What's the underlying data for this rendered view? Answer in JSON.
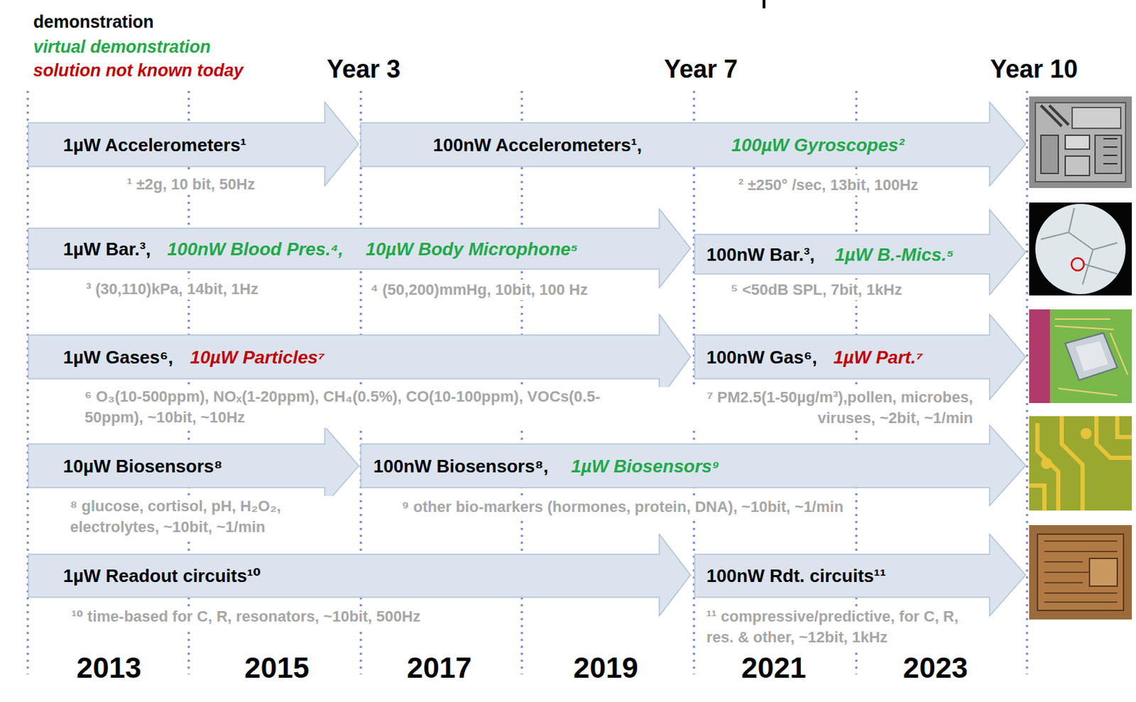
{
  "diagram": {
    "nodes": [
      {
        "text": [
          "1µW Accelerometers¹"
        ]
      },
      {
        "text": [
          "100nW Accelerometers¹,",
          "100µW Gyroscopes²"
        ]
      },
      {
        "text": [
          "1µW Bar.³,",
          "100nW Blood Pres.⁴,",
          "10µW Body Microphone⁵"
        ]
      },
      {
        "text": [
          "100nW Bar.³,",
          "1µW B.-Mics.⁵"
        ]
      },
      {
        "text": [
          "1µW Gases⁶,",
          "10µW Particles⁷"
        ]
      },
      {
        "text": [
          "100nW Gas⁶,",
          "1µW Part.⁷"
        ]
      },
      {
        "text": [
          "10µW Biosensors⁸"
        ]
      },
      {
        "text": [
          "100nW Biosensors⁸,",
          "1µW Biosensors⁹"
        ]
      },
      {
        "text": [
          "1µW Readout circuits¹⁰"
        ]
      },
      {
        "text": [
          "100nW Rdt. circuits¹¹"
        ]
      }
    ],
    "labels": [
      "Year 3",
      "Year 7",
      "Year 10",
      "¹ ±2g, 10 bit, 50Hz",
      "² ±250° /sec, 13bit, 100Hz",
      "³ (30,110)kPa, 14bit, 1Hz",
      "⁴ (50,200)mmHg, 10bit, 100 Hz",
      "⁵ <50dB SPL, 7bit, 1kHz",
      "⁶ O₃(10-500ppm), NOₓ(1-20ppm), CH₄(0.5%), CO(10-100ppm), VOCs(0.5-50ppm), ~10bit, ~10Hz",
      "⁷ PM2.5(1-50µg/m³),pollen, microbes, viruses, ~2bit, ~1/min",
      "⁸ glucose, cortisol, pH, H₂O₂, electrolytes, ~10bit, ~1/min",
      "⁹ other bio-markers (hormones, protein, DNA), ~10bit, ~1/min",
      "¹⁰ time-based for C, R, resonators, ~10bit, 500Hz",
      "¹¹ compressive/predictive, for C, R, res. & other, ~12bit, 1kHz",
      "2013",
      "2015",
      "2017",
      "2019",
      "2021",
      "2023"
    ],
    "legend": [
      {
        "text": "demonstration",
        "color": "#000000"
      },
      {
        "text": "virtual demonstration",
        "color": "#22a84a"
      },
      {
        "text": "solution not known today",
        "color": "#c00000"
      }
    ]
  }
}
